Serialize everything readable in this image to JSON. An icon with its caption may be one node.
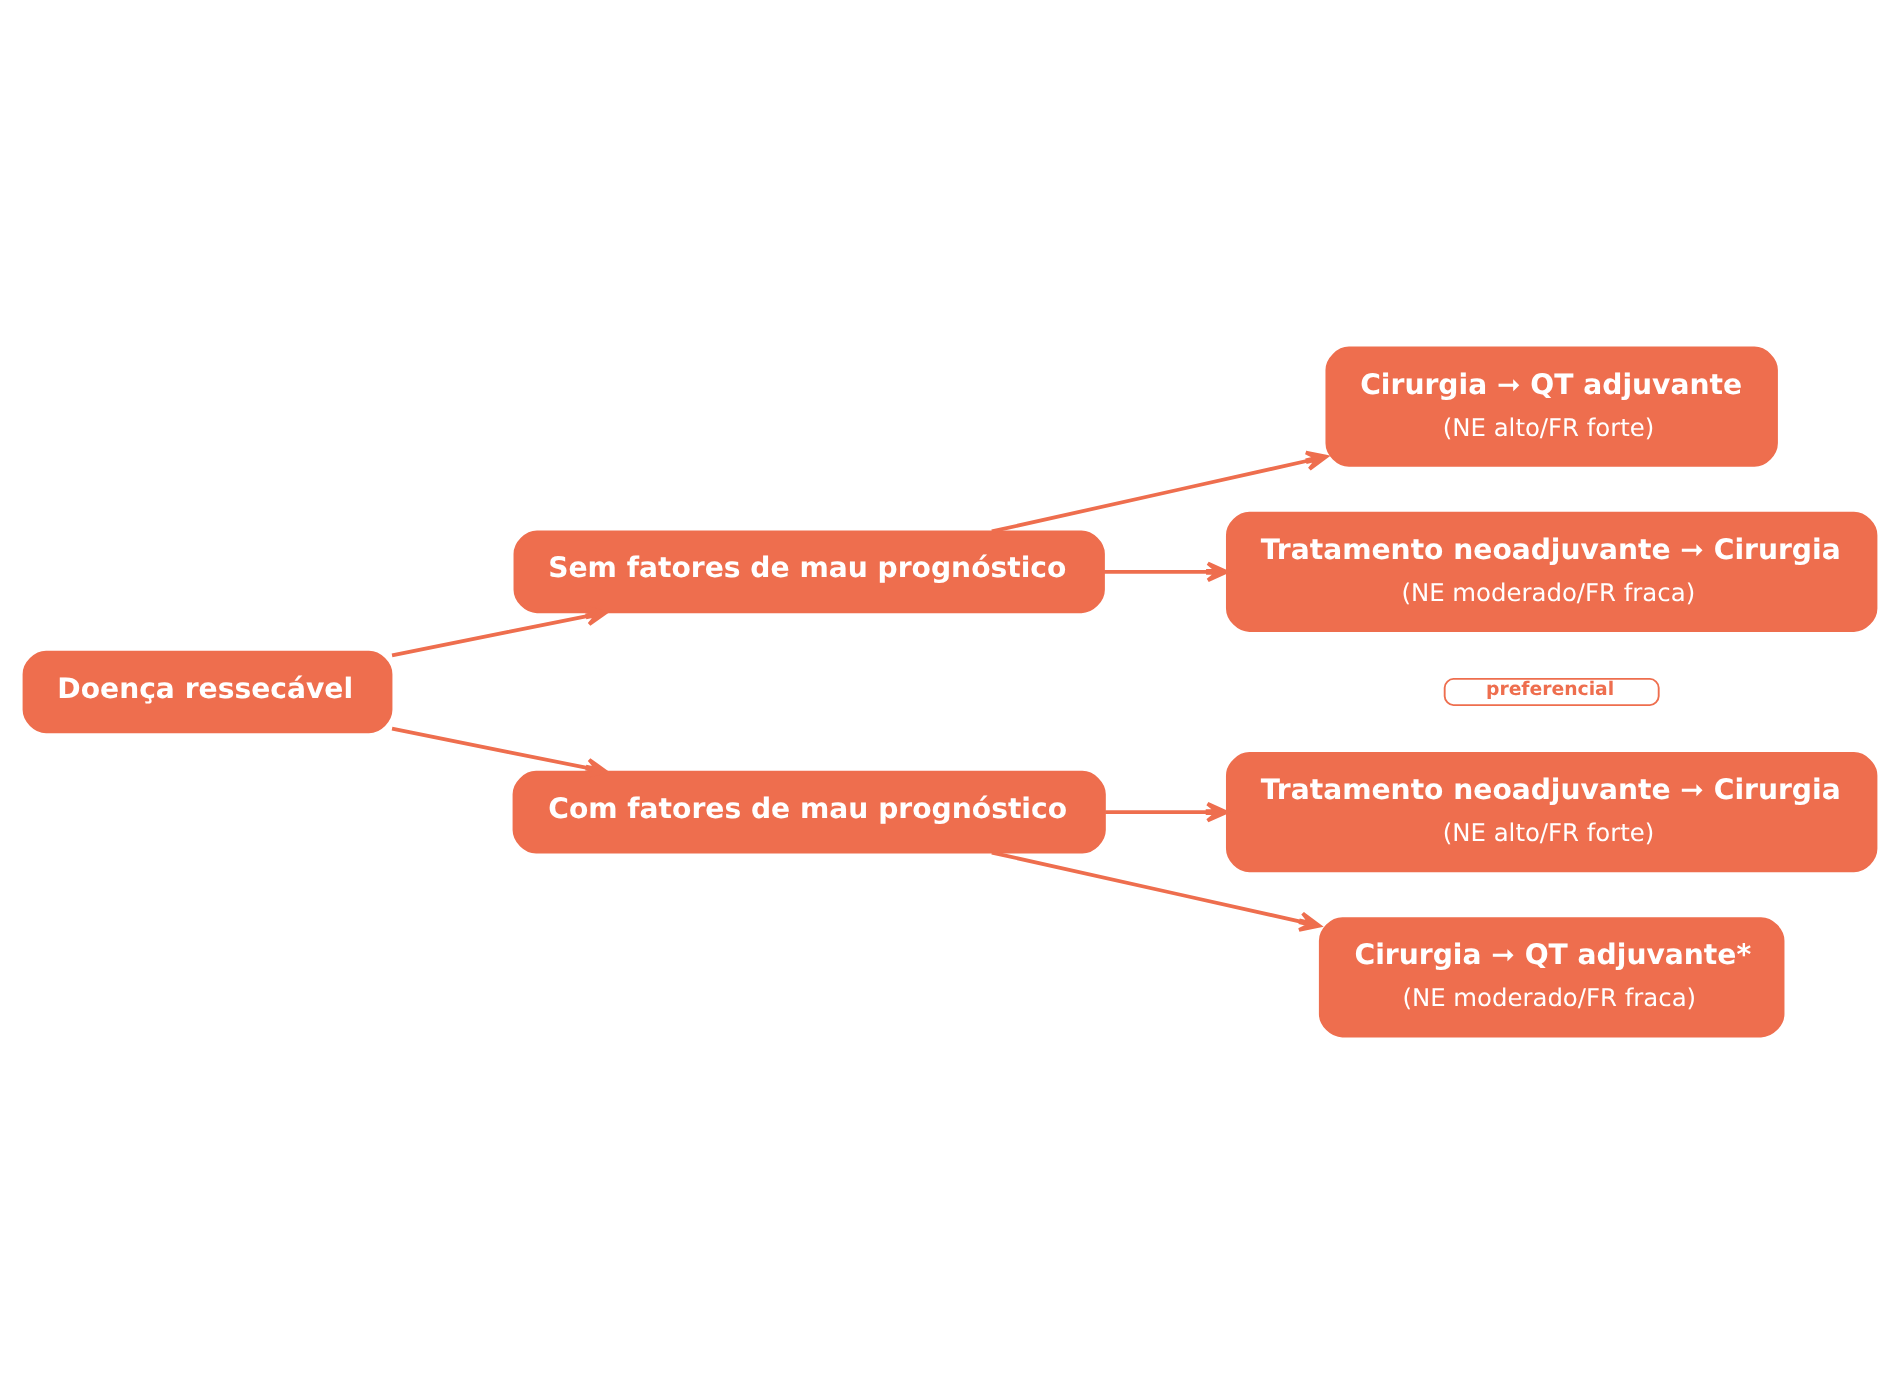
{
  "diagram": {
    "nodes": [
      {
        "text": [
          "Doença ressecável"
        ]
      },
      {
        "text": [
          "Sem fatores de mau prognóstico"
        ]
      },
      {
        "text": [
          "Com fatores de mau prognóstico"
        ]
      },
      {
        "text": [
          "Cirurgia ➞ QT adjuvante",
          "(NE alto/FR forte)"
        ]
      },
      {
        "text": [
          "Tratamento neoadjuvante ➞ Cirurgia",
          "(NE moderado/FR fraca)"
        ]
      },
      {
        "text": [
          "Tratamento neoadjuvante ➞ Cirurgia",
          "(NE alto/FR forte)"
        ],
        "beside": [
          "preferencial"
        ]
      },
      {
        "text": [
          "Cirurgia ➞ QT adjuvante*",
          "(NE moderado/FR fraca)"
        ]
      }
    ],
    "edges": [
      {
        "from": 0,
        "to": 1,
        "arrow": "to"
      },
      {
        "from": 0,
        "to": 2,
        "arrow": "to"
      },
      {
        "from": 1,
        "to": 3,
        "arrow": "to"
      },
      {
        "from": 1,
        "to": 4,
        "arrow": "to"
      },
      {
        "from": 2,
        "to": 5,
        "arrow": "to"
      },
      {
        "from": 2,
        "to": 6,
        "arrow": "to"
      }
    ]
  }
}
